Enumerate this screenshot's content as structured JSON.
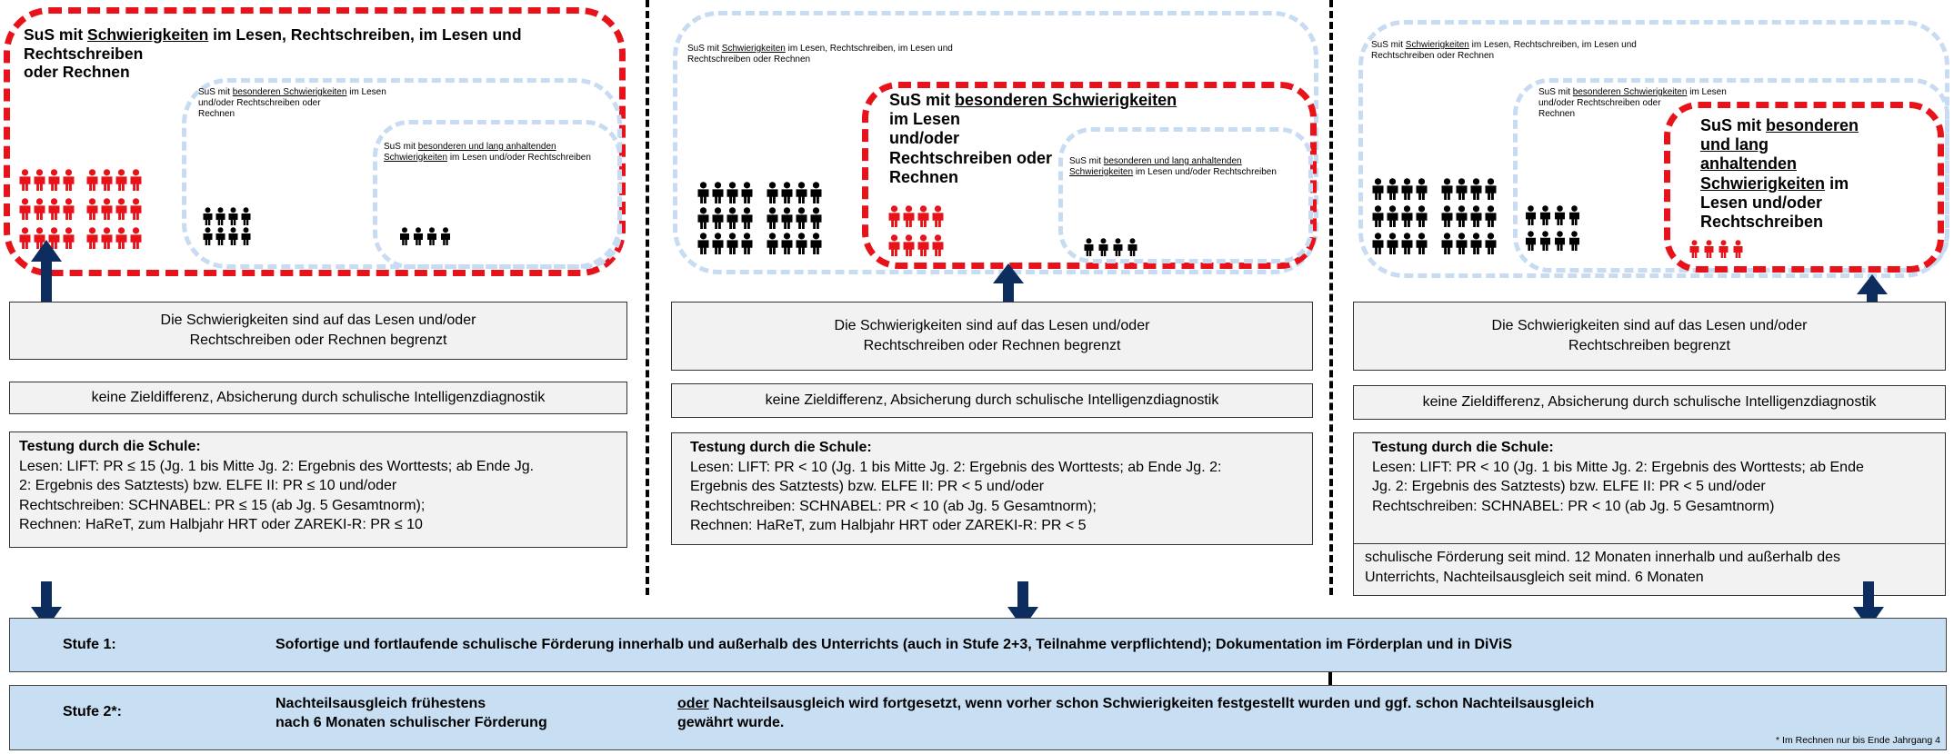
{
  "colors": {
    "red": "#e8131a",
    "light_blue": "#c7dcf2",
    "bar_blue": "#c8def3",
    "box_grey": "#f2f2f2",
    "arrow_navy": "#0d2d5e"
  },
  "column1": {
    "outer_title_1": "SuS mit ",
    "outer_title_2": "Schwierigkeiten",
    "outer_title_3": " im Lesen, Rechtschreiben, im Lesen und",
    "outer_title_4": "Rechtschreiben",
    "outer_title_5": "oder Rechnen",
    "middle_a": "SuS mit ",
    "middle_b": "besonderen Schwierigkeiten",
    "middle_c": " im Lesen",
    "middle_d": "und/oder Rechtschreiben oder",
    "middle_e": "Rechnen",
    "inner_a": "SuS mit ",
    "inner_b": "besonderen und lang anhaltenden",
    "inner_c": "Schwierigkeiten",
    "inner_d": " im Lesen und/oder Rechtschreiben",
    "box1_line1": "Die Schwierigkeiten sind auf das Lesen und/oder",
    "box1_line2": "Rechtschreiben oder Rechnen begrenzt",
    "box2": "keine Zieldifferenz, Absicherung durch schulische Intelligenzdiagnostik",
    "test_head": "Testung durch die Schule:",
    "test_l1": "Lesen: LIFT: PR ≤ 15 (Jg. 1 bis Mitte Jg. 2: Ergebnis des Worttests; ab Ende Jg.",
    "test_l2": "2:  Ergebnis des Satztests) bzw. ELFE II: PR ≤ 10 und/oder",
    "test_l3": "Rechtschreiben: SCHNABEL: PR ≤ 15 (ab Jg. 5 Gesamtnorm);",
    "test_l4": "Rechnen: HaReT, zum Halbjahr HRT oder ZAREKI-R: PR ≤ 10"
  },
  "column2": {
    "outer_a": "SuS mit ",
    "outer_b": "Schwierigkeiten",
    "outer_c": " im Lesen, Rechtschreiben, im Lesen und",
    "outer_d": "Rechtschreiben oder Rechnen",
    "middle_title_1": "SuS mit ",
    "middle_title_2": "besonderen Schwierigkeiten",
    "middle_title_3": " im Lesen",
    "middle_title_4": "und/oder",
    "middle_title_5": "Rechtschreiben oder",
    "middle_title_6": "Rechnen",
    "inner_a": "SuS mit ",
    "inner_b": "besonderen und lang anhaltenden",
    "inner_c": "Schwierigkeiten",
    "inner_d": " im Lesen und/oder Rechtschreiben",
    "box1_line1": "Die Schwierigkeiten sind auf das Lesen und/oder",
    "box1_line2": "Rechtschreiben oder Rechnen begrenzt",
    "box2": "keine Zieldifferenz, Absicherung durch schulische Intelligenzdiagnostik",
    "test_head": "Testung durch die Schule:",
    "test_l1": "Lesen: LIFT: PR < 10 (Jg. 1 bis Mitte Jg. 2: Ergebnis des Worttests; ab Ende Jg. 2:",
    "test_l2": "Ergebnis des Satztests) bzw. ELFE II: PR < 5 und/oder",
    "test_l3": "Rechtschreiben: SCHNABEL:  PR < 10 (ab Jg. 5 Gesamtnorm);",
    "test_l4": "Rechnen:  HaReT, zum Halbjahr HRT oder ZAREKI-R: PR < 5"
  },
  "column3": {
    "outer_a": "SuS mit ",
    "outer_b": "Schwierigkeiten",
    "outer_c": " im Lesen, Rechtschreiben, im Lesen und",
    "outer_d": "Rechtschreiben oder Rechnen",
    "middle_a": "SuS mit ",
    "middle_b": "besonderen Schwierigkeiten",
    "middle_c": " im Lesen",
    "middle_d": "und/oder Rechtschreiben oder",
    "middle_e": "Rechnen",
    "inner_title_1": "SuS mit ",
    "inner_title_2": "besonderen",
    "inner_title_3": "und lang",
    "inner_title_4": "anhaltenden",
    "inner_title_5": "Schwierigkeiten",
    "inner_title_6": " im",
    "inner_title_7": "Lesen und/oder",
    "inner_title_8": "Rechtschreiben",
    "box1_line1": "Die Schwierigkeiten sind auf das Lesen und/oder",
    "box1_line2": "Rechtschreiben begrenzt",
    "box2": "keine Zieldifferenz, Absicherung durch schulische Intelligenzdiagnostik",
    "test_head": "Testung durch die Schule:",
    "test_l1": "Lesen: LIFT: PR < 10 (Jg. 1 bis Mitte Jg. 2: Ergebnis des Worttests; ab Ende",
    "test_l2": "Jg. 2:  Ergebnis des Satztests) bzw. ELFE II: PR < 5 und/oder",
    "test_l3": "Rechtschreiben: SCHNABEL: PR < 10 (ab Jg. 5 Gesamtnorm)",
    "support_l1": "schulische Förderung seit mind. 12 Monaten innerhalb und außerhalb des",
    "support_l2": "Unterrichts, Nachteilsausgleich seit mind. 6 Monaten"
  },
  "stufe1": {
    "label": "Stufe 1:",
    "text": "Sofortige und fortlaufende schulische Förderung innerhalb und außerhalb des Unterrichts (auch in Stufe 2+3, Teilnahme verpflichtend); Dokumentation im Förderplan und in DiViS"
  },
  "stufe2": {
    "label": "Stufe 2*:",
    "left_l1": "Nachteilsausgleich frühestens",
    "left_l2": "nach 6 Monaten schulischer Förderung",
    "oder": "oder",
    "right_l1": " Nachteilsausgleich wird fortgesetzt, wenn vorher schon Schwierigkeiten festgestellt wurden und ggf. schon Nachteilsausgleich",
    "right_l2": "gewährt wurde.",
    "footnote": "* Im Rechnen nur bis Ende Jahrgang 4"
  }
}
